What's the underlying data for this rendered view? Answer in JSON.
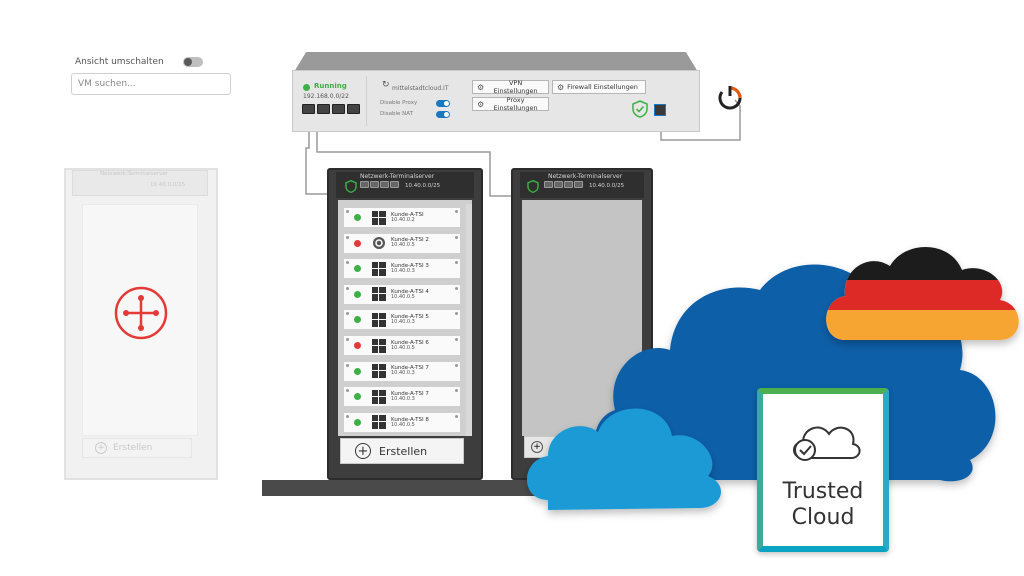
{
  "controls": {
    "toggle_label": "Ansicht umschalten",
    "search_placeholder": "VM suchen..."
  },
  "router": {
    "status": "Running",
    "ip": "192.168.0.0/22",
    "name": "mittelstadtcloud.IT",
    "option_proxy": "Disable Proxy",
    "option_nat": "Disable NAT",
    "btn_vpn": "VPN Einstellungen",
    "btn_firewall": "Firewall Einstellungen",
    "btn_proxy": "Proxy Einstellungen"
  },
  "ghost_rack": {
    "label": "Netzwerk-Terminalserver",
    "ip": "10.40.0.0/25",
    "create": "Erstellen"
  },
  "rack1": {
    "label": "Netzwerk-Terminalserver",
    "ip": "10.40.0.0/25",
    "create": "Erstellen",
    "vms": [
      {
        "name": "Kunde-A-TSI",
        "ip": "10.40.0.2",
        "status": "green",
        "os": "windows"
      },
      {
        "name": "Kunde-A-TSI 2",
        "ip": "10.40.0.5",
        "status": "red",
        "os": "ubuntu"
      },
      {
        "name": "Kunde-A-TSI 3",
        "ip": "10.40.0.3",
        "status": "green",
        "os": "windows"
      },
      {
        "name": "Kunde-A-TSI 4",
        "ip": "10.40.0.5",
        "status": "green",
        "os": "windows"
      },
      {
        "name": "Kunde-A-TSI 5",
        "ip": "10.40.0.3",
        "status": "green",
        "os": "windows"
      },
      {
        "name": "Kunde-A-TSI 6",
        "ip": "10.40.0.5",
        "status": "red",
        "os": "windows"
      },
      {
        "name": "Kunde-A-TSI 7",
        "ip": "10.40.0.3",
        "status": "green",
        "os": "windows"
      },
      {
        "name": "Kunde-A-TSI 7",
        "ip": "10.40.0.3",
        "status": "green",
        "os": "windows"
      },
      {
        "name": "Kunde-A-TSI 8",
        "ip": "10.40.0.5",
        "status": "green",
        "os": "windows"
      }
    ]
  },
  "rack2": {
    "label": "Netzwerk-Terminalserver",
    "ip": "10.40.0.0/25"
  },
  "badges": {
    "trusted_line1": "Trusted",
    "trusted_line2": "Cloud"
  },
  "colors": {
    "running": "#3cb043",
    "stopped": "#e53935",
    "cloud_dark": "#0a5fa8",
    "cloud_light": "#1b9ad6",
    "flag_black": "#1a1a1a",
    "flag_red": "#dd2a25",
    "flag_gold": "#f7a531",
    "add_red": "#e53935"
  }
}
